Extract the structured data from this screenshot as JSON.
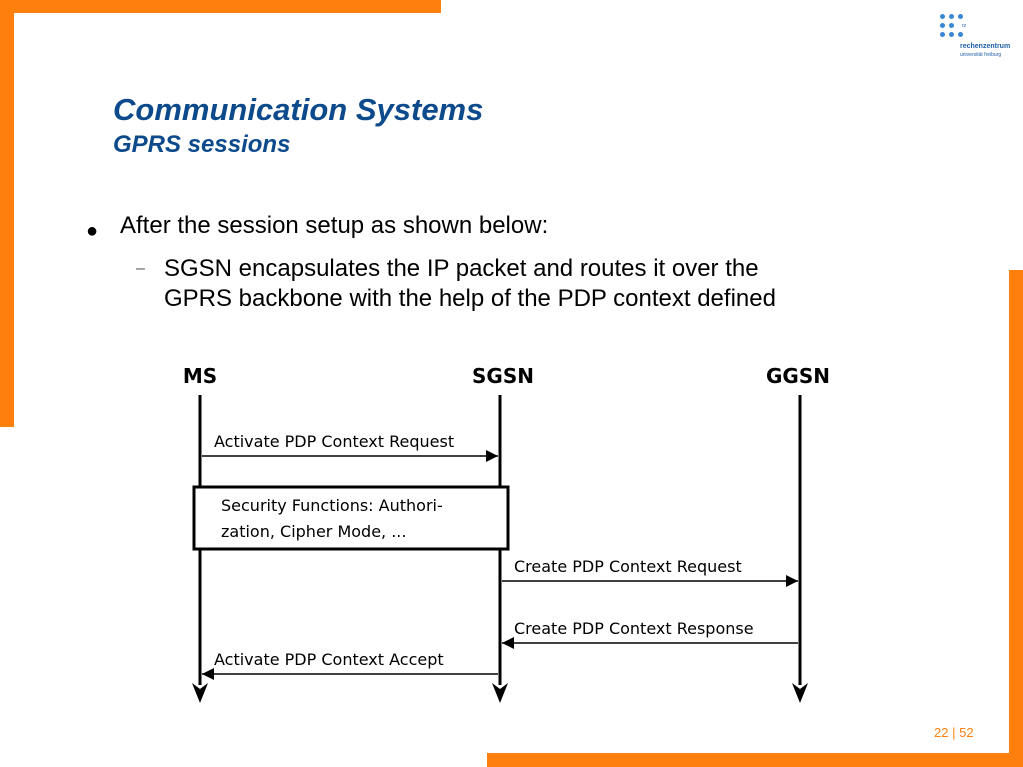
{
  "slide": {
    "title": "Communication Systems",
    "subtitle": "GPRS sessions",
    "bullet": "After the session setup as shown below:",
    "sub_bullet_line1": "SGSN encapsulates the IP packet and routes it over the",
    "sub_bullet_line2": "GPRS backbone with the help of the PDP context defined",
    "page_current": "22",
    "page_separator": "|",
    "page_total": "52"
  },
  "logo": {
    "name": "rechenzentrum",
    "subname": "universität freiburg",
    "mark": "rz"
  },
  "diagram": {
    "entities": [
      "MS",
      "SGSN",
      "GGSN"
    ],
    "messages": [
      {
        "label": "Activate PDP Context Request",
        "from": "MS",
        "to": "SGSN"
      },
      {
        "label": "Create PDP Context Request",
        "from": "SGSN",
        "to": "GGSN"
      },
      {
        "label": "Create PDP Context Response",
        "from": "GGSN",
        "to": "SGSN"
      },
      {
        "label": "Activate PDP Context Accept",
        "from": "SGSN",
        "to": "MS"
      }
    ],
    "box_line1": "Security Functions:  Authori-",
    "box_line2": "zation, Cipher Mode, ..."
  },
  "colors": {
    "accent": "#ff7f0e",
    "title": "#0c4a8c",
    "logo": "#3a86d6"
  }
}
